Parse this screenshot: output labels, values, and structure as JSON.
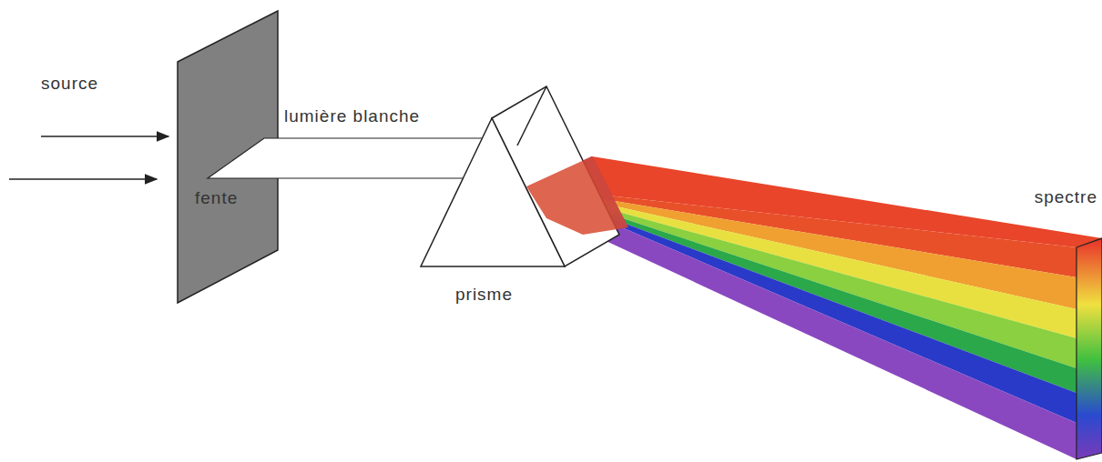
{
  "diagram": {
    "labels": [
      "source",
      "lumière blanche",
      "fente",
      "prisme",
      "spectre"
    ]
  }
}
